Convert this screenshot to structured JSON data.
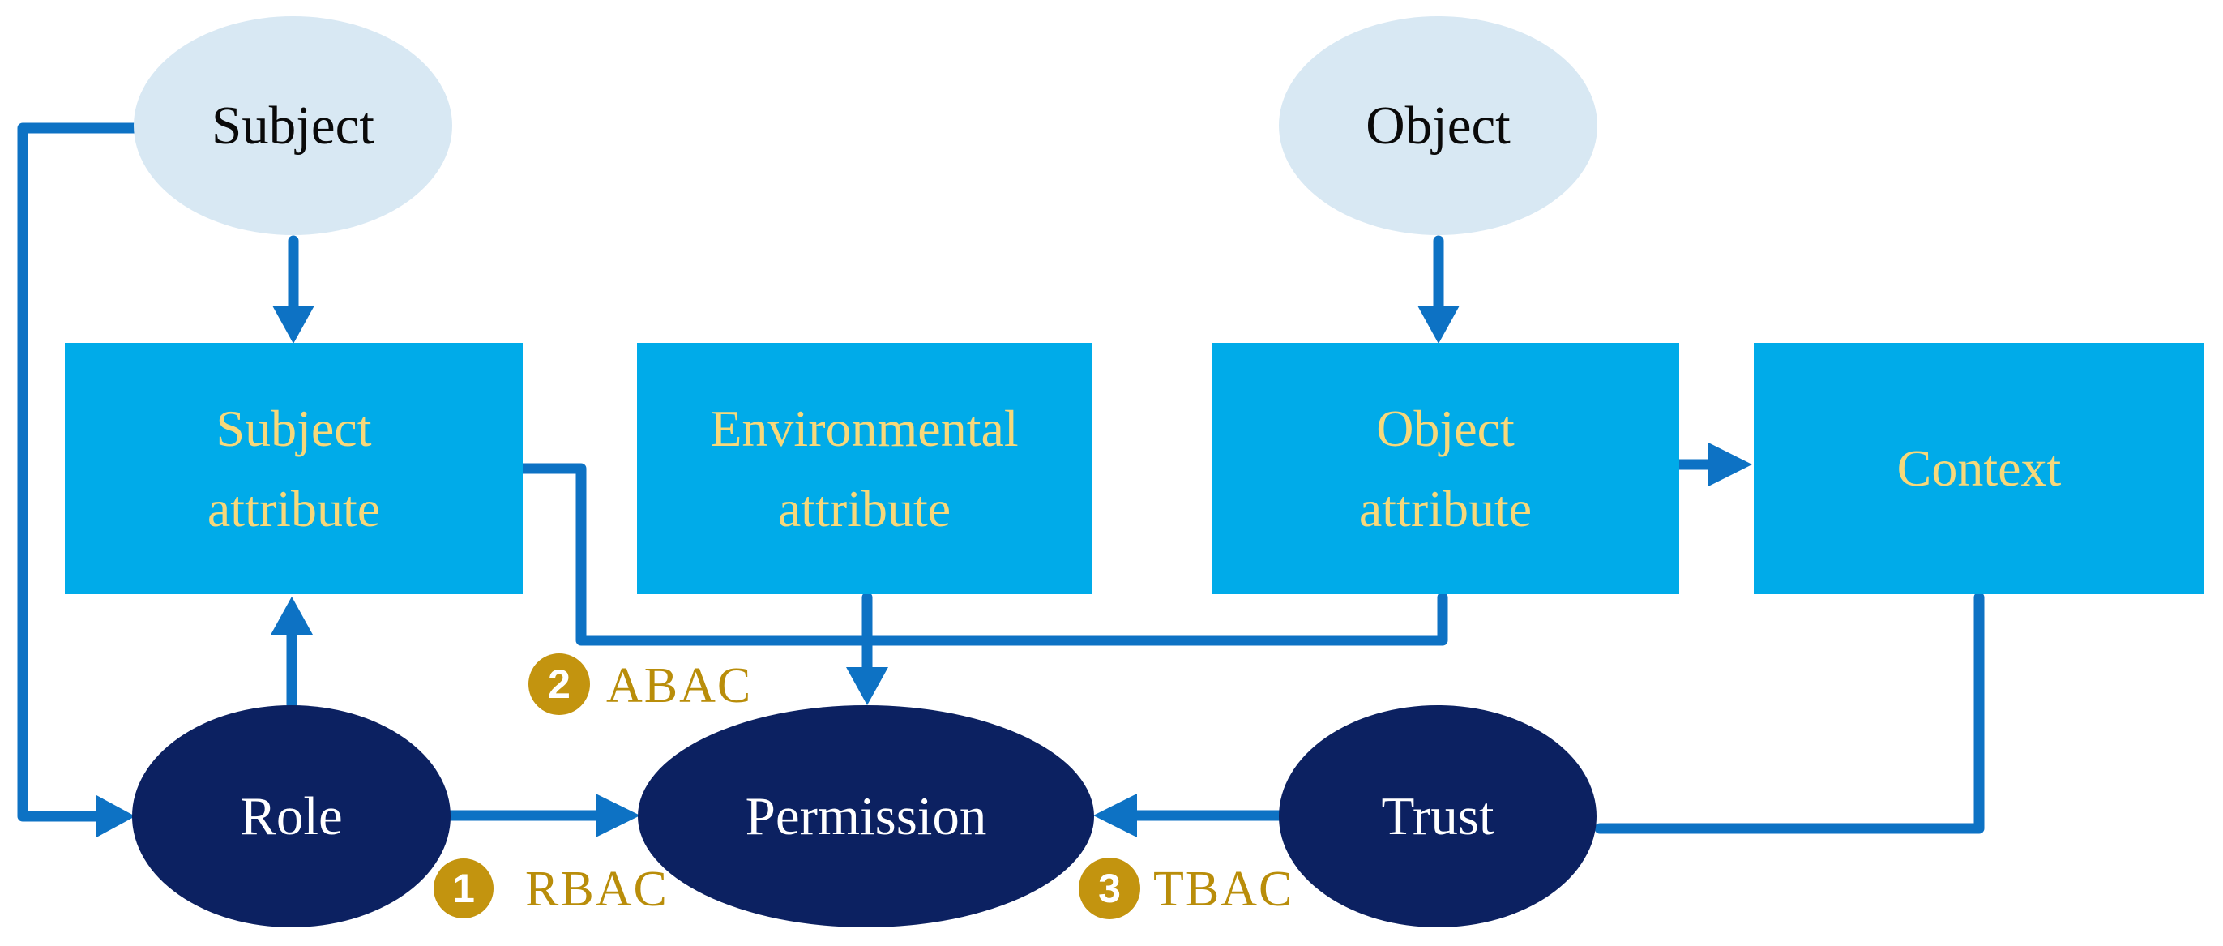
{
  "colors": {
    "background": "#ffffff",
    "light_ellipse_fill": "#d8e8f3",
    "light_ellipse_text": "#0a0a0a",
    "attribute_box_fill": "#00abe9",
    "attribute_box_text": "#f7d87a",
    "dark_ellipse_fill": "#0c2161",
    "dark_ellipse_text": "#ffffff",
    "connector_blue": "#0d72c4",
    "badge_gold": "#c3940f",
    "model_label_gold": "#b98d0a"
  },
  "nodes": {
    "subject": {
      "label": "Subject"
    },
    "object": {
      "label": "Object"
    },
    "subject_attribute": {
      "line1": "Subject",
      "line2": "attribute"
    },
    "environmental_attribute": {
      "line1": "Environmental",
      "line2": "attribute"
    },
    "object_attribute": {
      "line1": "Object",
      "line2": "attribute"
    },
    "context": {
      "label": "Context"
    },
    "role": {
      "label": "Role"
    },
    "permission": {
      "label": "Permission"
    },
    "trust": {
      "label": "Trust"
    }
  },
  "annotations": {
    "rbac": {
      "number": "1",
      "label": "RBAC"
    },
    "abac": {
      "number": "2",
      "label": "ABAC"
    },
    "tbac": {
      "number": "3",
      "label": "TBAC"
    }
  }
}
